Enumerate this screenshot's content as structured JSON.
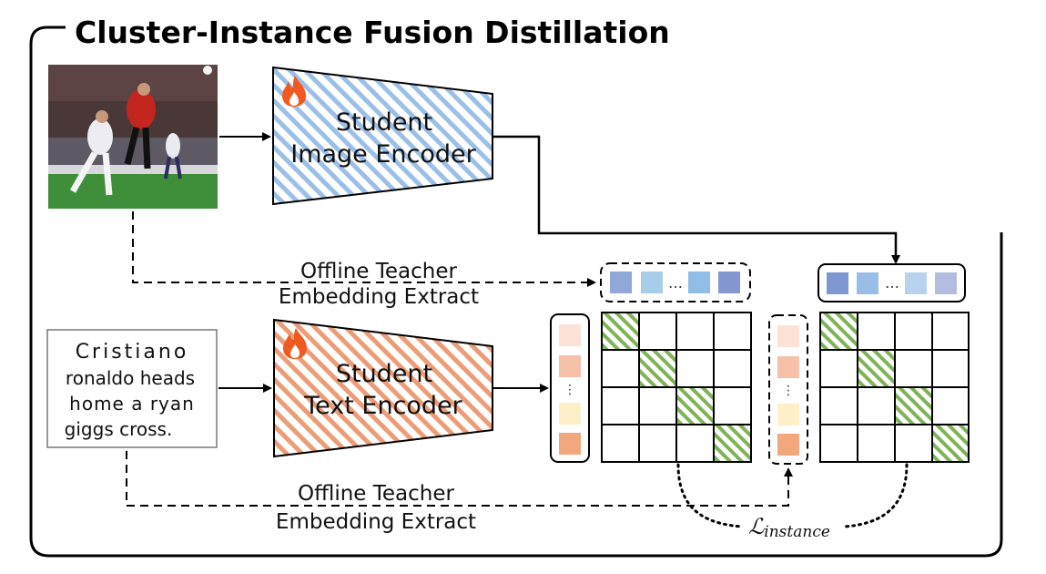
{
  "title": "Cluster-Instance Fusion Distillation",
  "image_encoder": {
    "line1": "Student",
    "line2": "Image Encoder",
    "badge_icon": "fire-icon"
  },
  "text_encoder": {
    "line1": "Student",
    "line2": "Text Encoder",
    "badge_icon": "fire-icon"
  },
  "teacher_label_top": {
    "line1": "Offline Teacher",
    "line2": "Embedding Extract"
  },
  "teacher_label_bottom": {
    "line1": "Offline Teacher",
    "line2": "Embedding Extract"
  },
  "caption_text": {
    "line1": "Cristiano",
    "line2": "ronaldo heads",
    "line3": "home a ryan",
    "line4": "giggs cross."
  },
  "loss": {
    "symbol": "ℒ",
    "subscript": "instance"
  },
  "ellipsis": "…",
  "vertical_ellipsis": "⋮",
  "colors": {
    "image_encoder_stripe": "#9bbfe6",
    "text_encoder_stripe": "#ec9c76",
    "diagonal_stripe": "#7fb356",
    "blue_cells": [
      "#8fa8d8",
      "#a6cdea",
      "#8fbde6",
      "#8597d0",
      "#7f97d2",
      "#98bde7",
      "#b7d1ee",
      "#b4bde0"
    ],
    "orange_cells": [
      "#fbe1d6",
      "#f6c0a9",
      "#fdf0c9",
      "#f2a77c"
    ],
    "fire": "#f0591f"
  }
}
